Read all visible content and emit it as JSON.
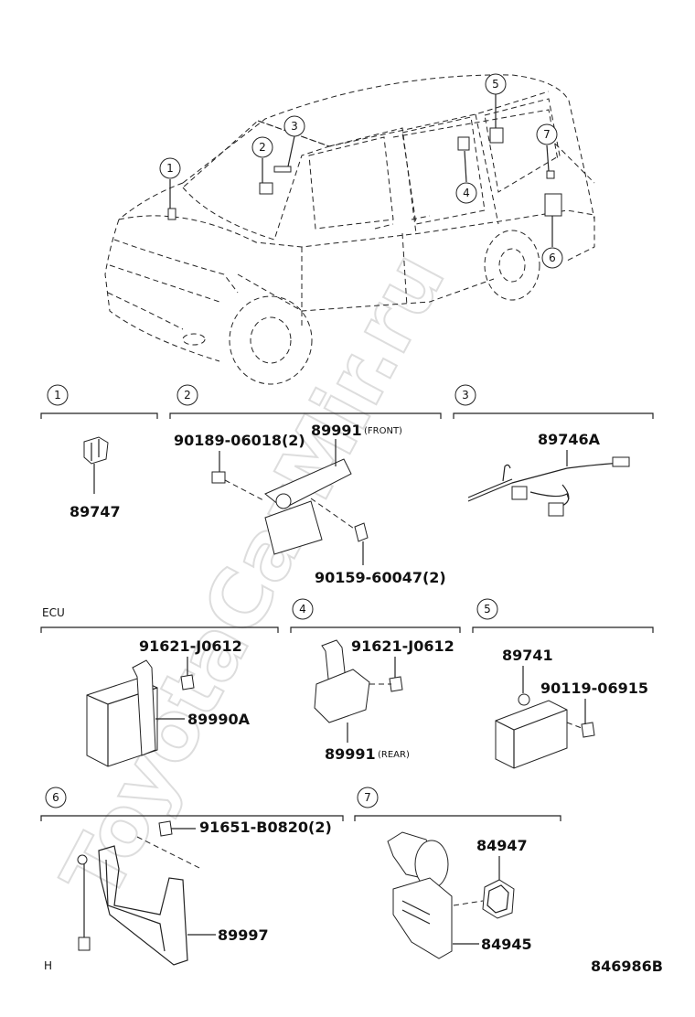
{
  "watermark": "ToyotaCarMir.ru",
  "callouts": [
    "1",
    "2",
    "3",
    "4",
    "5",
    "6",
    "7"
  ],
  "sections": {
    "s1": {
      "circle": "1",
      "parts": [
        "89747"
      ]
    },
    "s2": {
      "circle": "2",
      "parts": [
        "90189-06018(2)",
        "89991",
        "90159-60047(2)"
      ],
      "note": "(FRONT)"
    },
    "s3": {
      "circle": "3",
      "parts": [
        "89746A"
      ]
    },
    "ecu": {
      "header": "ECU",
      "parts": [
        "91621-J0612",
        "89990A"
      ]
    },
    "s4": {
      "circle": "4",
      "parts": [
        "91621-J0612",
        "89991"
      ],
      "note": "(REAR)"
    },
    "s5": {
      "circle": "5",
      "parts": [
        "89741",
        "90119-06915"
      ]
    },
    "s6": {
      "circle": "6",
      "parts": [
        "91651-B0820(2)",
        "89997"
      ]
    },
    "s7": {
      "circle": "7",
      "parts": [
        "84947",
        "84945"
      ]
    }
  },
  "footer": {
    "left": "H",
    "code": "846986B"
  }
}
